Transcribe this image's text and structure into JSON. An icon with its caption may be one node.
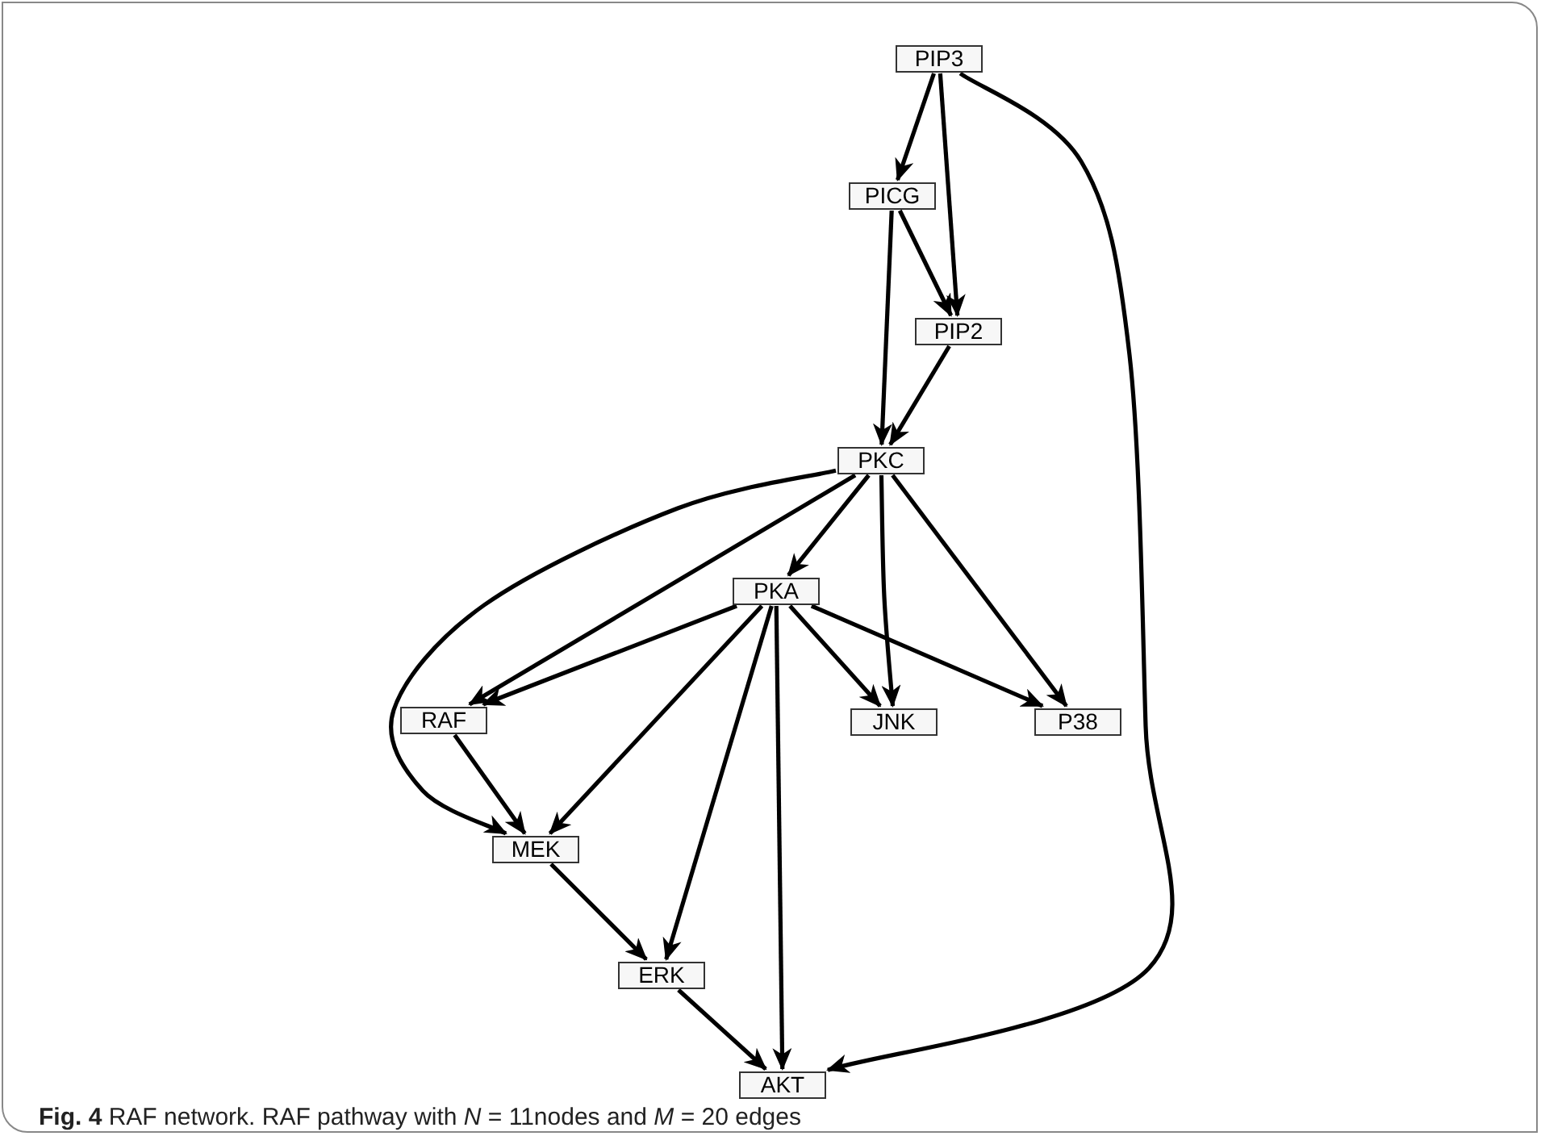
{
  "diagram": {
    "caption": "**Fig. 4**  RAF network. RAF pathway with *N* = 11nodes and *M* = 20 edges",
    "nodes": [
      {
        "text": [
          "PIP3"
        ]
      },
      {
        "text": [
          "PICG"
        ]
      },
      {
        "text": [
          "PIP2"
        ]
      },
      {
        "text": [
          "PKC"
        ]
      },
      {
        "text": [
          "PKA"
        ]
      },
      {
        "text": [
          "RAF"
        ]
      },
      {
        "text": [
          "JNK"
        ]
      },
      {
        "text": [
          "P38"
        ]
      },
      {
        "text": [
          "MEK"
        ]
      },
      {
        "text": [
          "ERK"
        ]
      },
      {
        "text": [
          "AKT"
        ]
      }
    ],
    "edges": [
      {
        "from": 0,
        "to": 1,
        "arrow": "to"
      },
      {
        "from": 0,
        "to": 2,
        "arrow": "to"
      },
      {
        "from": 0,
        "to": 10,
        "arrow": "to"
      },
      {
        "from": 1,
        "to": 2,
        "arrow": "to"
      },
      {
        "from": 1,
        "to": 3,
        "arrow": "to"
      },
      {
        "from": 2,
        "to": 3,
        "arrow": "to"
      },
      {
        "from": 3,
        "to": 4,
        "arrow": "to"
      },
      {
        "from": 3,
        "to": 5,
        "arrow": "to"
      },
      {
        "from": 3,
        "to": 8,
        "arrow": "to"
      },
      {
        "from": 3,
        "to": 6,
        "arrow": "to"
      },
      {
        "from": 3,
        "to": 7,
        "arrow": "to"
      },
      {
        "from": 4,
        "to": 5,
        "arrow": "to"
      },
      {
        "from": 4,
        "to": 8,
        "arrow": "to"
      },
      {
        "from": 4,
        "to": 9,
        "arrow": "to"
      },
      {
        "from": 4,
        "to": 10,
        "arrow": "to"
      },
      {
        "from": 4,
        "to": 6,
        "arrow": "to"
      },
      {
        "from": 4,
        "to": 7,
        "arrow": "to"
      },
      {
        "from": 5,
        "to": 8,
        "arrow": "to"
      },
      {
        "from": 8,
        "to": 9,
        "arrow": "to"
      },
      {
        "from": 9,
        "to": 10,
        "arrow": "to"
      }
    ]
  }
}
